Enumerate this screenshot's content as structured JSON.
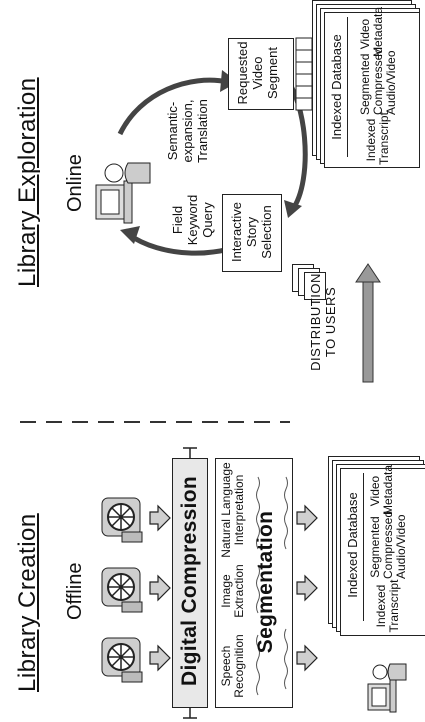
{
  "creation": {
    "title": "Library Creation",
    "mode": "Offline",
    "compression_label": "Digital Compression",
    "steps": [
      {
        "lines": [
          "Speech",
          "Recognition"
        ]
      },
      {
        "lines": [
          "Image",
          "Extraction"
        ]
      },
      {
        "lines": [
          "Natural Language",
          "Interpretation"
        ]
      }
    ],
    "segmentation_label": "Segmentation",
    "db_title": "Indexed Database",
    "db_columns": [
      {
        "lines": [
          "Indexed",
          "Transcript"
        ]
      },
      {
        "lines": [
          "Segmented",
          "Compressed",
          "Audio/Video"
        ]
      },
      {
        "lines": [
          "Video",
          "Metadata"
        ]
      }
    ]
  },
  "exploration": {
    "title": "Library Exploration",
    "mode": "Online",
    "query_label": [
      "Field",
      "Keyword",
      "Query"
    ],
    "semantic_label": [
      "Semantic-",
      "expansion,",
      "Translation"
    ],
    "story_selection": [
      "Interactive",
      "Story",
      "Selection"
    ],
    "requested_segment": [
      "Requested",
      "Video",
      "Segment"
    ],
    "db_title": "Indexed Database",
    "db_columns": [
      {
        "lines": [
          "Indexed",
          "Transcript"
        ]
      },
      {
        "lines": [
          "Segmented",
          "Compressed",
          "Audio/Video"
        ]
      },
      {
        "lines": [
          "Video",
          "Metadata"
        ]
      }
    ]
  },
  "distribution_label": [
    "DISTRIBUTION",
    "TO USERS"
  ],
  "colors": {
    "ink": "#111111",
    "panel": "#e8e8e8",
    "paper": "#ffffff"
  }
}
